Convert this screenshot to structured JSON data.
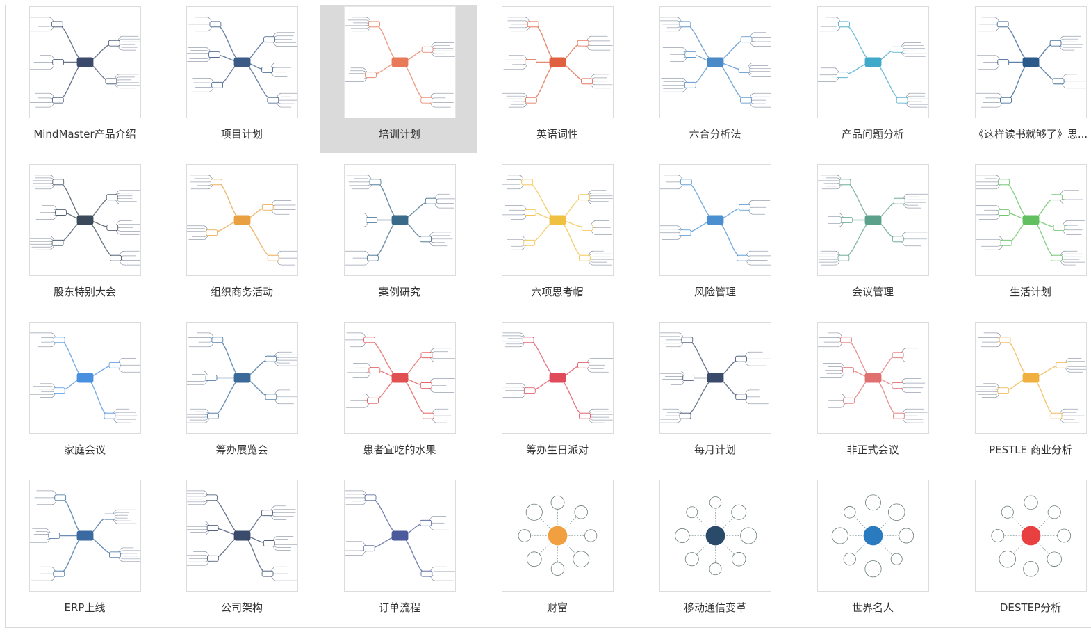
{
  "templates": [
    {
      "label": "MindMaster产品介绍",
      "color": "#3b4a6b"
    },
    {
      "label": "项目计划",
      "color": "#3b5a85"
    },
    {
      "label": "培训计划",
      "color": "#e87a5a"
    },
    {
      "label": "英语词性",
      "color": "#e06040"
    },
    {
      "label": "六合分析法",
      "color": "#4a8ac8"
    },
    {
      "label": "产品问题分析",
      "color": "#40a8c8"
    },
    {
      "label": "《这样读书就够了》思...",
      "color": "#2a5a8a"
    },
    {
      "label": "股东特别大会",
      "color": "#3a4a5a"
    },
    {
      "label": "组织商务活动",
      "color": "#e8a040"
    },
    {
      "label": "案例研究",
      "color": "#3a6a8a"
    },
    {
      "label": "六项思考帽",
      "color": "#f0c040"
    },
    {
      "label": "风险管理",
      "color": "#4a90d0"
    },
    {
      "label": "会议管理",
      "color": "#5aa08a"
    },
    {
      "label": "生活计划",
      "color": "#60c060"
    },
    {
      "label": "家庭会议",
      "color": "#4a90e0"
    },
    {
      "label": "筹办展览会",
      "color": "#3a6a9a"
    },
    {
      "label": "患者宜吃的水果",
      "color": "#e05050"
    },
    {
      "label": "筹办生日派对",
      "color": "#e04a5a"
    },
    {
      "label": "每月计划",
      "color": "#3a4a6a"
    },
    {
      "label": "非正式会议",
      "color": "#e07070"
    },
    {
      "label": "PESTLE 商业分析",
      "color": "#f0b040"
    },
    {
      "label": "ERP上线",
      "color": "#3a6aa0"
    },
    {
      "label": "公司架构",
      "color": "#3a4a6a"
    },
    {
      "label": "订单流程",
      "color": "#4a5a9a"
    },
    {
      "label": "财富",
      "color": "#f0a040"
    },
    {
      "label": "移动通信变革",
      "color": "#2a4a6a"
    },
    {
      "label": "世界名人",
      "color": "#2a7ac0"
    },
    {
      "label": "DESTEP分析",
      "color": "#e84040"
    }
  ],
  "selected_index": 2
}
